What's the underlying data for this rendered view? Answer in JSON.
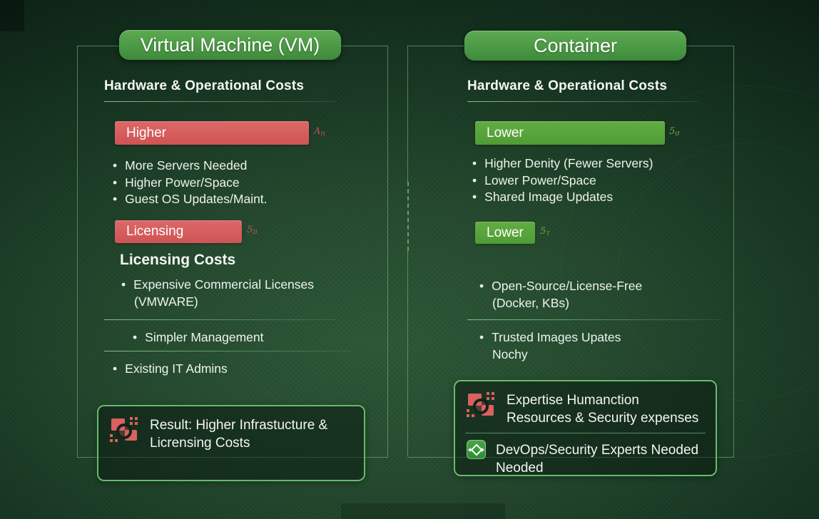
{
  "vm": {
    "title": "Virtual Machine (VM)",
    "section_heading": "Hardware & Operational Costs",
    "cost_bar_label": "Higher",
    "cost_bar_annotation": {
      "main": "A",
      "sub": "n"
    },
    "hw_bullets": [
      "More Servers Needed",
      "Higher Power/Space",
      "Guest OS Updates/Maint."
    ],
    "licensing_bar_label": "Licensing",
    "licensing_bar_annotation": {
      "main": "5",
      "sub": "π"
    },
    "licensing_heading": "Licensing Costs",
    "licensing_bullet": {
      "line1": "Expensive Commercial Licenses",
      "line2": "(VMWARE)"
    },
    "management_bullet": "Simpler Management",
    "admins_bullet": "Existing IT Admins",
    "result_text": "Result: Higher Infrastucture & Licrensing Costs"
  },
  "container": {
    "title": "Container",
    "section_heading": "Hardware & Operational Costs",
    "cost_bar_label": "Lower",
    "cost_bar_annotation": {
      "main": "5",
      "sub": "σ"
    },
    "hw_bullets": [
      "Higher Denity (Fewer Servers)",
      "Lower Power/Space",
      "Shared Image Updates"
    ],
    "licensing_bar_label": "Lower",
    "licensing_bar_annotation": {
      "main": "5",
      "sub": "τ"
    },
    "license_bullet": {
      "line1": "Open-Source/License-Free",
      "line2": "(Docker, KBs)"
    },
    "trusted_bullet": {
      "line1": "Trusted Images Upates",
      "line2": "Nochy"
    },
    "expertise_text": "Expertise Humanction Resources & Security expenses",
    "devops_text": "DevOps/Security Experts Neoded Neoded"
  },
  "colors": {
    "badge_green": "#4d9c49",
    "bar_red": "#d75f5f",
    "bar_green": "#57a43c",
    "outline_green": "#7dc382",
    "annotation_red": "#c44f4f",
    "annotation_green": "#67ac39",
    "background_dark": "#0b1e13",
    "background_light": "#2f5a39"
  }
}
